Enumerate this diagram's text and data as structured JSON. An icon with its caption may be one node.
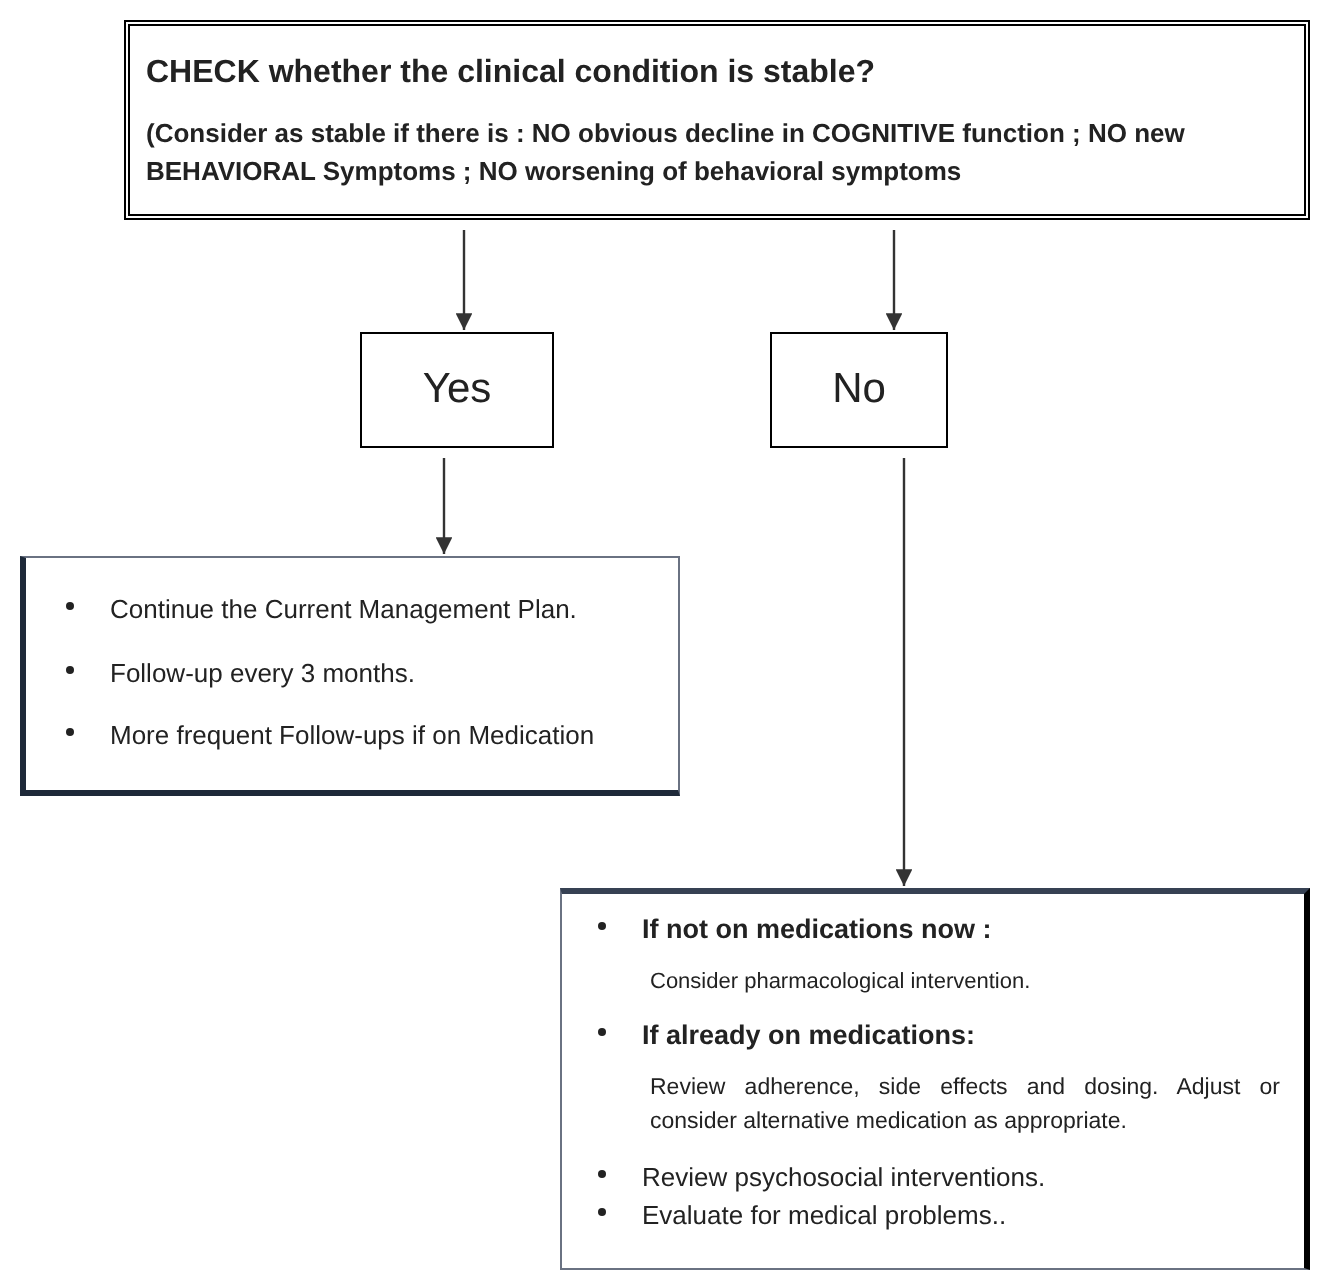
{
  "diagram": {
    "nodes": [
      {
        "text": [
          "CHECK whether the clinical condition is stable?",
          "(Consider as stable if there is : NO obvious decline in COGNITIVE function ; NO new BEHAVIORAL Symptoms ; NO worsening of behavioral symptoms"
        ]
      },
      {
        "text": [
          "Yes"
        ]
      },
      {
        "text": [
          "No"
        ]
      },
      {
        "text": [
          "Continue the Current Management Plan.",
          "Follow-up every 3 months.",
          "More frequent Follow-ups if on Medication"
        ]
      },
      {
        "text": [
          "If not on medications now :",
          "Consider pharmacological intervention.",
          "If already on medications:",
          "Review adherence, side effects and dosing. Adjust or consider alternative medication as appropriate.",
          "Review psychosocial interventions.",
          "Evaluate for medical problems.."
        ]
      }
    ],
    "edges": [
      {
        "from": 0,
        "to": 1,
        "arrow": "to"
      },
      {
        "from": 0,
        "to": 2,
        "arrow": "to"
      },
      {
        "from": 1,
        "to": 3,
        "arrow": "to"
      },
      {
        "from": 2,
        "to": 4,
        "arrow": "to"
      }
    ]
  }
}
